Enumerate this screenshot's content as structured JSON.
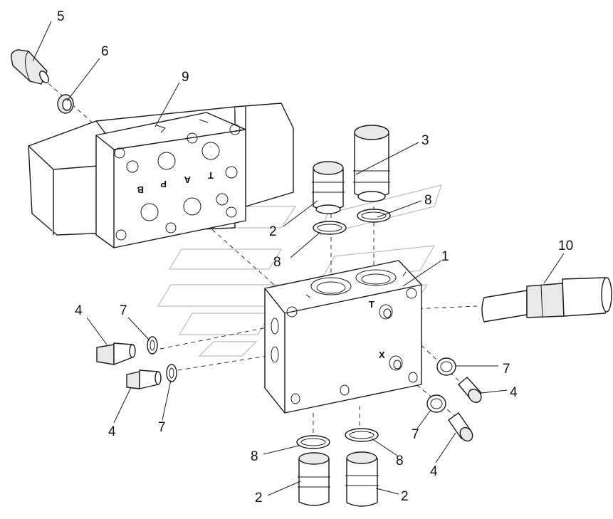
{
  "diagram": {
    "callouts": {
      "c1": "1",
      "c2a": "2",
      "c2b": "2",
      "c2c": "2",
      "c3": "3",
      "c4a": "4",
      "c4b": "4",
      "c4c": "4",
      "c4d": "4",
      "c5": "5",
      "c6": "6",
      "c7a": "7",
      "c7b": "7",
      "c7c": "7",
      "c7d": "7",
      "c8a": "8",
      "c8b": "8",
      "c8c": "8",
      "c8d": "8",
      "c9": "9",
      "c10": "10"
    },
    "valve_ports": {
      "b": "B",
      "p": "P",
      "a": "A",
      "t": "T"
    },
    "block_ports": {
      "t": "T",
      "x": "X"
    }
  }
}
